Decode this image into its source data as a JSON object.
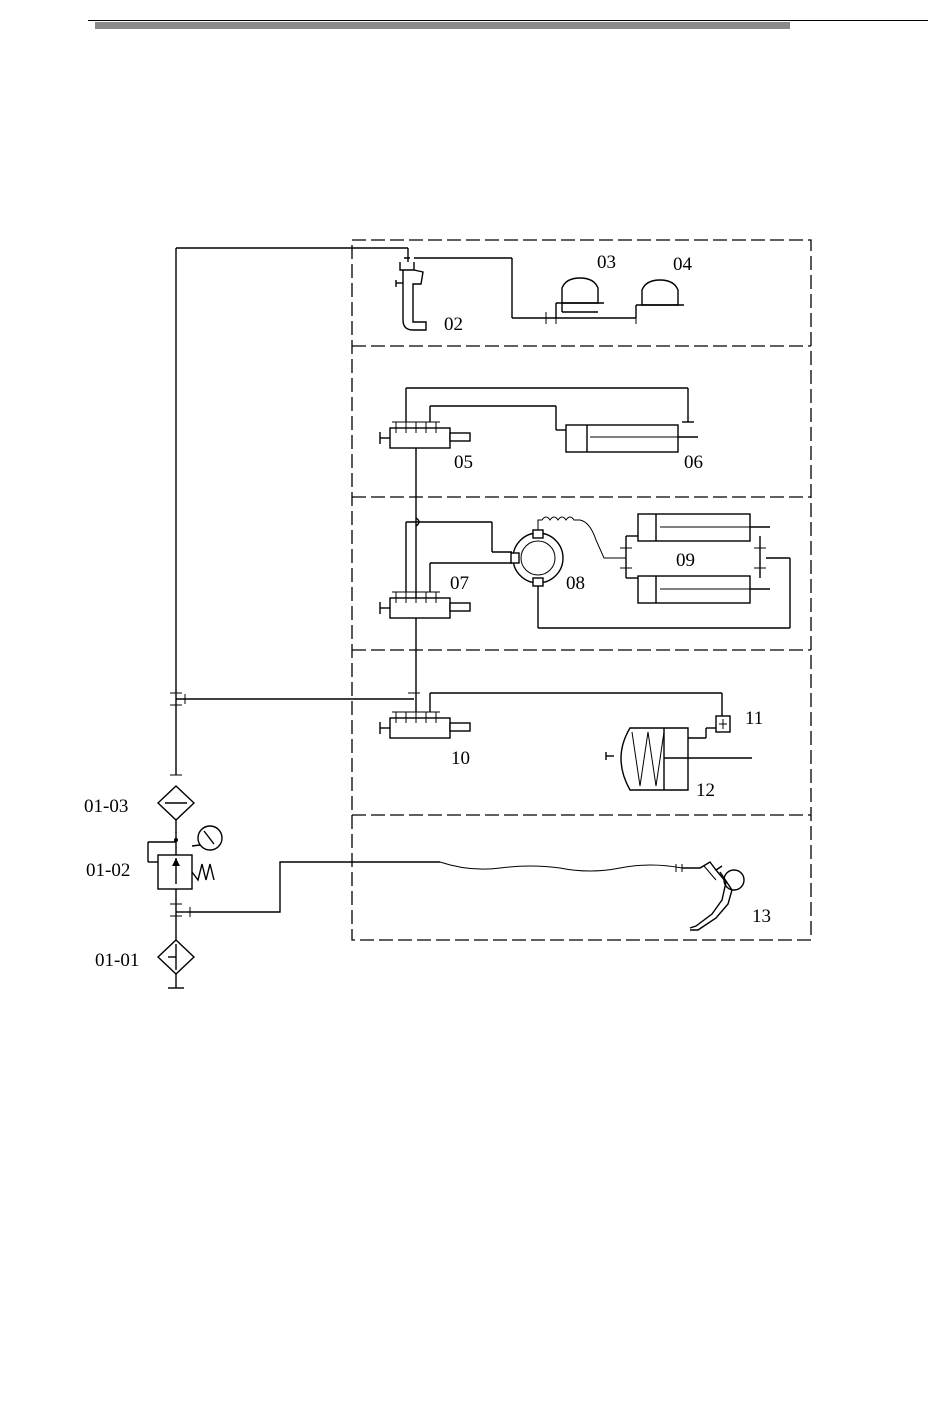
{
  "labels": {
    "c02": "02",
    "c03": "03",
    "c04": "04",
    "c05": "05",
    "c06": "06",
    "c07": "07",
    "c08": "08",
    "c09": "09",
    "c10": "10",
    "c11": "11",
    "c12": "12",
    "c13": "13",
    "c01_03": "01-03",
    "c01_02": "01-02",
    "c01_01": "01-01"
  }
}
